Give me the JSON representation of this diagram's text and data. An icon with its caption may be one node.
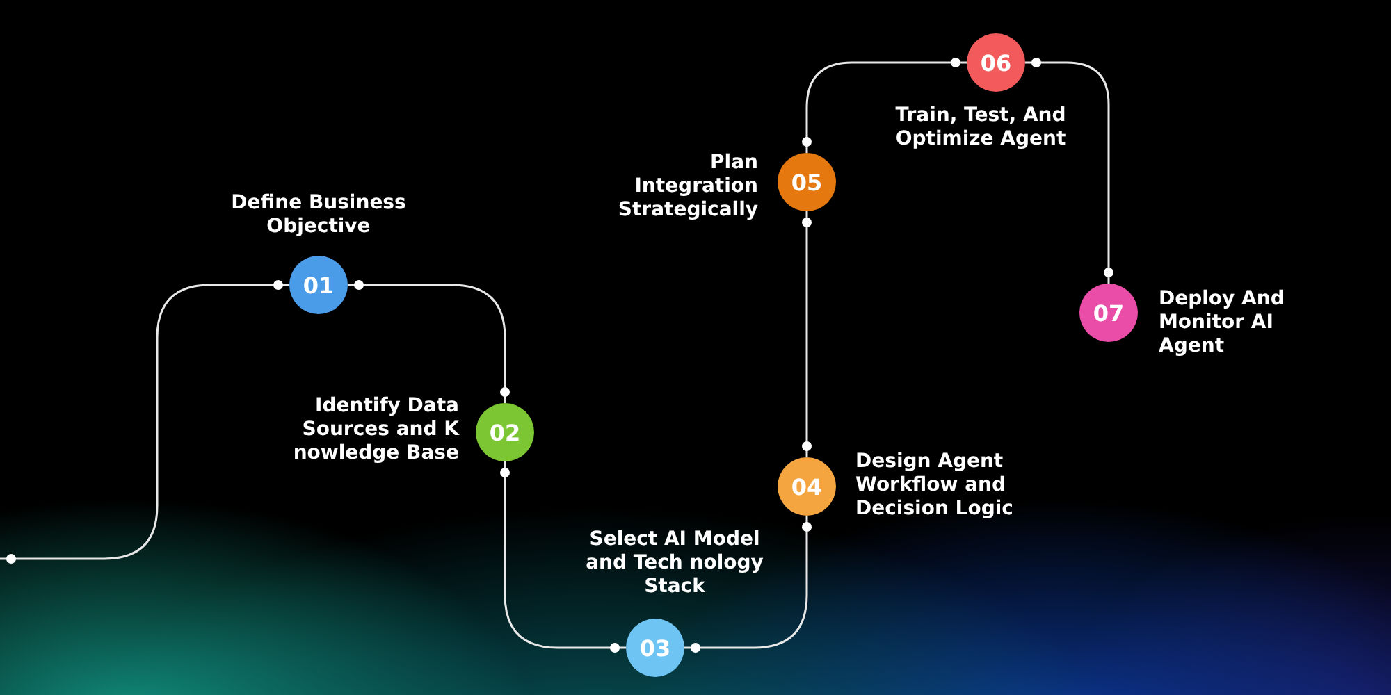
{
  "diagram": {
    "nodes": [
      {
        "text": [
          "01"
        ],
        "beside": [
          "Define Business Objective"
        ]
      },
      {
        "text": [
          "02"
        ],
        "beside": [
          "Identify Data Sources and K nowledge Base"
        ]
      },
      {
        "text": [
          "03"
        ],
        "beside": [
          "Select AI Model and Tech nology Stack"
        ]
      },
      {
        "text": [
          "04"
        ],
        "beside": [
          "Design Agent Workflow and Decision Logic"
        ]
      },
      {
        "text": [
          "05"
        ],
        "beside": [
          "Plan Integration Strategically"
        ]
      },
      {
        "text": [
          "06"
        ],
        "beside": [
          "Train, Test, And Optimize Agent"
        ]
      },
      {
        "text": [
          "07"
        ],
        "beside": [
          "Deploy And Monitor AI Agent"
        ]
      }
    ],
    "edges": [
      {
        "from": null,
        "to": 0,
        "arrow": "other"
      },
      {
        "from": 0,
        "to": 1,
        "arrow": "other"
      },
      {
        "from": 1,
        "to": 2,
        "arrow": "other"
      },
      {
        "from": 2,
        "to": 3,
        "arrow": "other"
      },
      {
        "from": 3,
        "to": 4,
        "arrow": "other"
      },
      {
        "from": 4,
        "to": 5,
        "arrow": "other"
      },
      {
        "from": 5,
        "to": 6,
        "arrow": "other"
      }
    ]
  }
}
